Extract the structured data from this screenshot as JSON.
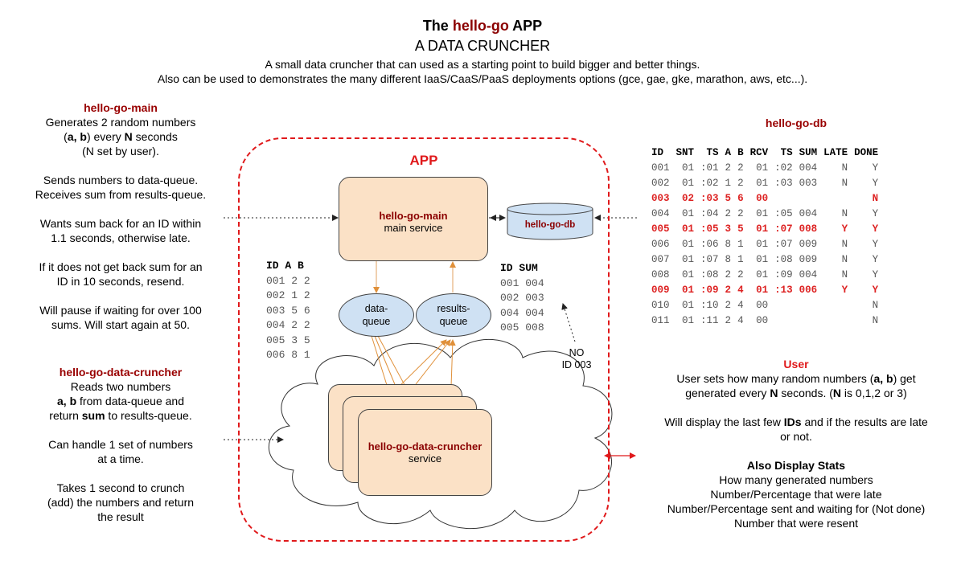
{
  "header": {
    "title_prefix": "The ",
    "title_highlight": "hello-go",
    "title_suffix": " APP",
    "subtitle": "A DATA CRUNCHER",
    "desc_line1": "A small data cruncher that can used as a starting point to build bigger and better things.",
    "desc_line2": "Also can be used to demonstrates the many different IaaS/CaaS/PaaS deployments options (gce, gae, gke, marathon, aws, etc...)."
  },
  "main_section": {
    "title": "hello-go-main",
    "line1": "Generates 2 random numbers",
    "line2_a": "(",
    "line2_b": "a, b",
    "line2_c": ") every ",
    "line2_d": "N",
    "line2_e": " seconds",
    "line3": "(N set by user).",
    "p2_l1": "Sends numbers to data-queue.",
    "p2_l2": "Receives sum from results-queue.",
    "p3_l1": "Wants sum back for an ID within",
    "p3_l2": "1.1 seconds, otherwise late.",
    "p4_l1": "If it does not get back sum for an",
    "p4_l2": "ID in 10 seconds, resend.",
    "p5_l1": "Will pause if waiting for over 100",
    "p5_l2": "sums. Will start again at 50."
  },
  "cruncher_section": {
    "title": "hello-go-data-cruncher",
    "line1": "Reads two numbers",
    "line2_bold": "a, b",
    "line2_rest": " from data-queue and",
    "line3_a": "return ",
    "line3_bold": "sum",
    "line3_c": " to results-queue.",
    "p2_l1": "Can handle 1 set of numbers",
    "p2_l2": "at a time.",
    "p3_l1": "Takes 1 second to crunch",
    "p3_l2": "(add) the numbers and return",
    "p3_l3": "the result"
  },
  "app": {
    "label": "APP",
    "main_service_name": "hello-go-main",
    "main_service_sub": "main service",
    "db_name": "hello-go-db",
    "data_queue_l1": "data-",
    "data_queue_l2": "queue",
    "results_queue_l1": "results-",
    "results_queue_l2": "queue",
    "cruncher_name": "hello-go-data-cruncher",
    "cruncher_sub": "service",
    "no_id_l1": "NO",
    "no_id_l2": "ID 003"
  },
  "data_table": {
    "headers": [
      "ID",
      "A",
      "B"
    ],
    "rows": [
      [
        "001",
        "2",
        "2"
      ],
      [
        "002",
        "1",
        "2"
      ],
      [
        "003",
        "5",
        "6"
      ],
      [
        "004",
        "2",
        "2"
      ],
      [
        "005",
        "3",
        "5"
      ],
      [
        "006",
        "8",
        "1"
      ]
    ]
  },
  "results_table": {
    "headers": [
      "ID",
      "SUM"
    ],
    "rows": [
      [
        "001",
        "004"
      ],
      [
        "002",
        "003"
      ],
      [
        "004",
        "004"
      ],
      [
        "005",
        "008"
      ]
    ]
  },
  "db_section": {
    "title": "hello-go-db",
    "headers": [
      "ID",
      "SNT",
      "TS",
      "A",
      "B",
      "RCV",
      "TS",
      "SUM",
      "LATE",
      "DONE"
    ],
    "rows": [
      {
        "cells": [
          "001",
          "01",
          ":01",
          "2",
          "2",
          "01",
          ":02",
          "004",
          "N",
          "Y"
        ],
        "late": false
      },
      {
        "cells": [
          "002",
          "01",
          ":02",
          "1",
          "2",
          "01",
          ":03",
          "003",
          "N",
          "Y"
        ],
        "late": false
      },
      {
        "cells": [
          "003",
          "02",
          ":03",
          "5",
          "6",
          "00",
          "",
          "",
          "",
          "N"
        ],
        "late": true
      },
      {
        "cells": [
          "004",
          "01",
          ":04",
          "2",
          "2",
          "01",
          ":05",
          "004",
          "N",
          "Y"
        ],
        "late": false
      },
      {
        "cells": [
          "005",
          "01",
          ":05",
          "3",
          "5",
          "01",
          ":07",
          "008",
          "Y",
          "Y"
        ],
        "late": true
      },
      {
        "cells": [
          "006",
          "01",
          ":06",
          "8",
          "1",
          "01",
          ":07",
          "009",
          "N",
          "Y"
        ],
        "late": false
      },
      {
        "cells": [
          "007",
          "01",
          ":07",
          "8",
          "1",
          "01",
          ":08",
          "009",
          "N",
          "Y"
        ],
        "late": false
      },
      {
        "cells": [
          "008",
          "01",
          ":08",
          "2",
          "2",
          "01",
          ":09",
          "004",
          "N",
          "Y"
        ],
        "late": false
      },
      {
        "cells": [
          "009",
          "01",
          ":09",
          "2",
          "4",
          "01",
          ":13",
          "006",
          "Y",
          "Y"
        ],
        "late": true
      },
      {
        "cells": [
          "010",
          "01",
          ":10",
          "2",
          "4",
          "00",
          "",
          "",
          "",
          "N"
        ],
        "late": false
      },
      {
        "cells": [
          "011",
          "01",
          ":11",
          "2",
          "4",
          "00",
          "",
          "",
          "",
          "N"
        ],
        "late": false
      }
    ]
  },
  "user_section": {
    "title": "User",
    "l1_a": "User sets how many random numbers (",
    "l1_b": "a, b",
    "l1_c": ") get",
    "l2_a": "generated every ",
    "l2_b": "N",
    "l2_c": " seconds. (",
    "l2_d": "N",
    "l2_e": " is 0,1,2 or 3)",
    "p2_l1_a": "Will display the last few ",
    "p2_l1_b": "IDs",
    "p2_l1_c": " and if the results are late",
    "p2_l2": "or not.",
    "stats_title": "Also Display Stats",
    "stats_l1": "How many generated numbers",
    "stats_l2": "Number/Percentage that were late",
    "stats_l3": "Number/Percentage sent and waiting for (Not done)",
    "stats_l4": "Number that were resent"
  },
  "colors": {
    "dark_red": "#8b0000",
    "app_border": "#e0191b",
    "service_fill": "#fbe1c6",
    "queue_fill": "#cfe1f3",
    "late_row": "#dd2222",
    "arrow": "#e0a060"
  }
}
